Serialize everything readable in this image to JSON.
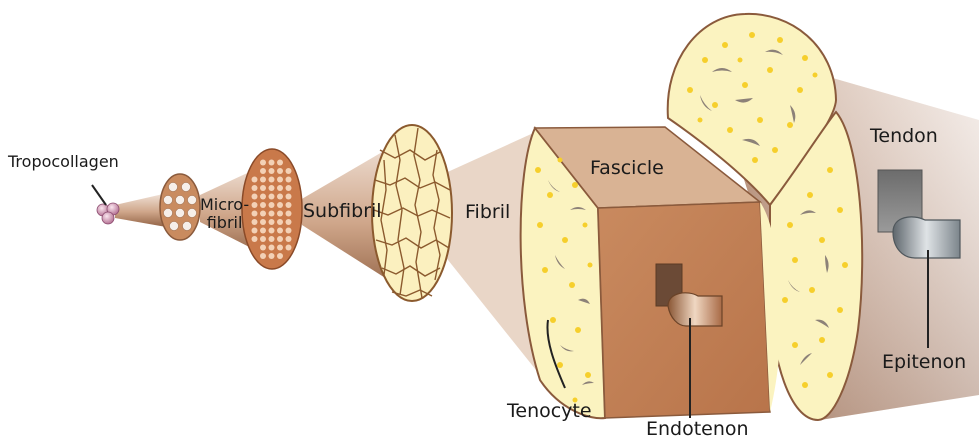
{
  "labels": {
    "tropocollagen": "Tropocollagen",
    "microfibril_line1": "Micro-",
    "microfibril_line2": "fibril",
    "subfibril": "Subfibril",
    "fibril": "Fibril",
    "fascicle": "Fascicle",
    "tendon": "Tendon",
    "tenocyte": "Tenocyte",
    "endotenon": "Endotenon",
    "epitenon": "Epitenon"
  },
  "colors": {
    "cone_light": "#f1e4da",
    "cone_mid": "#c9a184",
    "cone_dark": "#8a5a3c",
    "microfibril_face": "#c98b5f",
    "microfibril_dots": "#f6efe9",
    "subfibril_face": "#c9794a",
    "subfibril_dots": "#f3d1b6",
    "fibril_face": "#fbf0bf",
    "fibril_cracks": "#8b5a2e",
    "tissue_yellow": "#fbf3c0",
    "tissue_dots": "#f6cf2c",
    "tenocyte_marks": "#8c8178",
    "fascicle_top": "#d7b08f",
    "fascicle_front": "#c6865a",
    "tendon_sheath": "#e6d6cd",
    "epitenon_flap": "#9aa3a8"
  }
}
